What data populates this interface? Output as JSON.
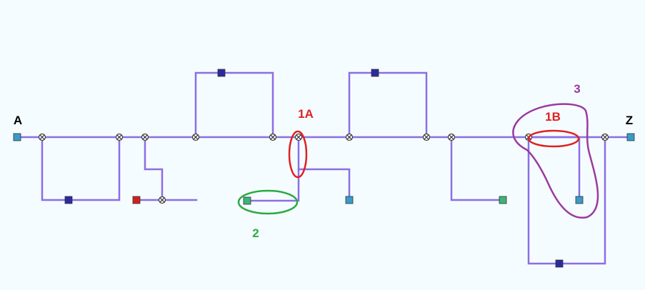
{
  "labels": {
    "start": "A",
    "end": "Z",
    "l1a": "1A",
    "l1b": "1B",
    "l2": "2",
    "l3": "3"
  },
  "colors": {
    "background": "#f5fcff",
    "line": "#8c6ee6",
    "junction_stroke": "#3a3a3a",
    "terminal": "#3a9ac8",
    "node_dark": "#2c2aa0",
    "node_red": "#d22020",
    "node_green": "#3bb47a",
    "annotation_red": "#e02020",
    "annotation_green": "#2aaa44",
    "annotation_purple": "#9b3aa0",
    "label_black": "#000000"
  },
  "icons": {
    "junction": "circle-cross-icon",
    "node": "square-node-icon"
  }
}
